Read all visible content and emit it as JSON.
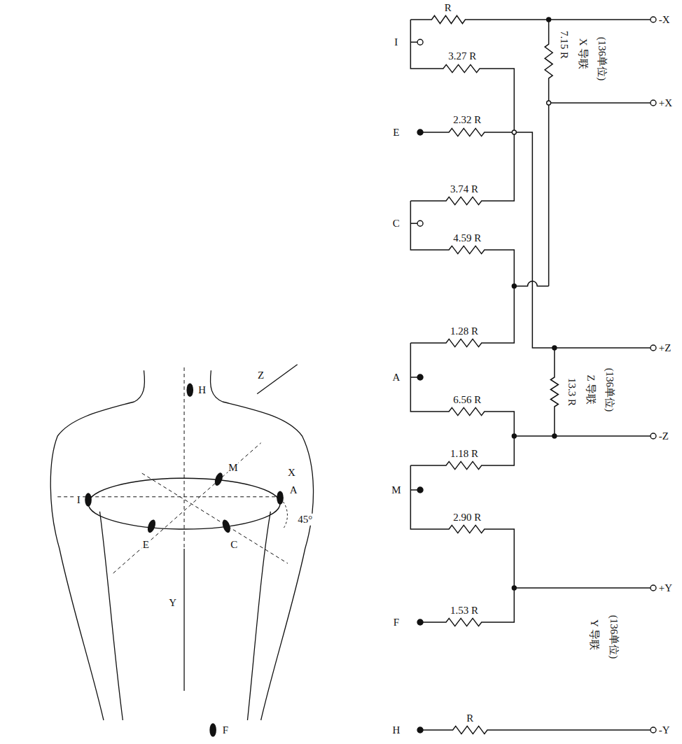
{
  "diagram": {
    "labels": [
      "H",
      "Z",
      "M",
      "X",
      "I",
      "A",
      "45°",
      "E",
      "C",
      "Y",
      "F",
      "R",
      "-X",
      "I",
      "3.27 R",
      "7.15 R",
      "X 导联",
      "(136单位)",
      "+X",
      "E",
      "2.32 R",
      "3.74 R",
      "C",
      "4.59 R",
      "1.28 R",
      "+Z",
      "A",
      "6.56 R",
      "13.3 R",
      "Z 导联",
      "(136单位)",
      "-Z",
      "1.18 R",
      "M",
      "2.90 R",
      "+Y",
      "1.53 R",
      "F",
      "Y 导联",
      "(136单位)",
      "H",
      "R",
      "-Y"
    ]
  }
}
